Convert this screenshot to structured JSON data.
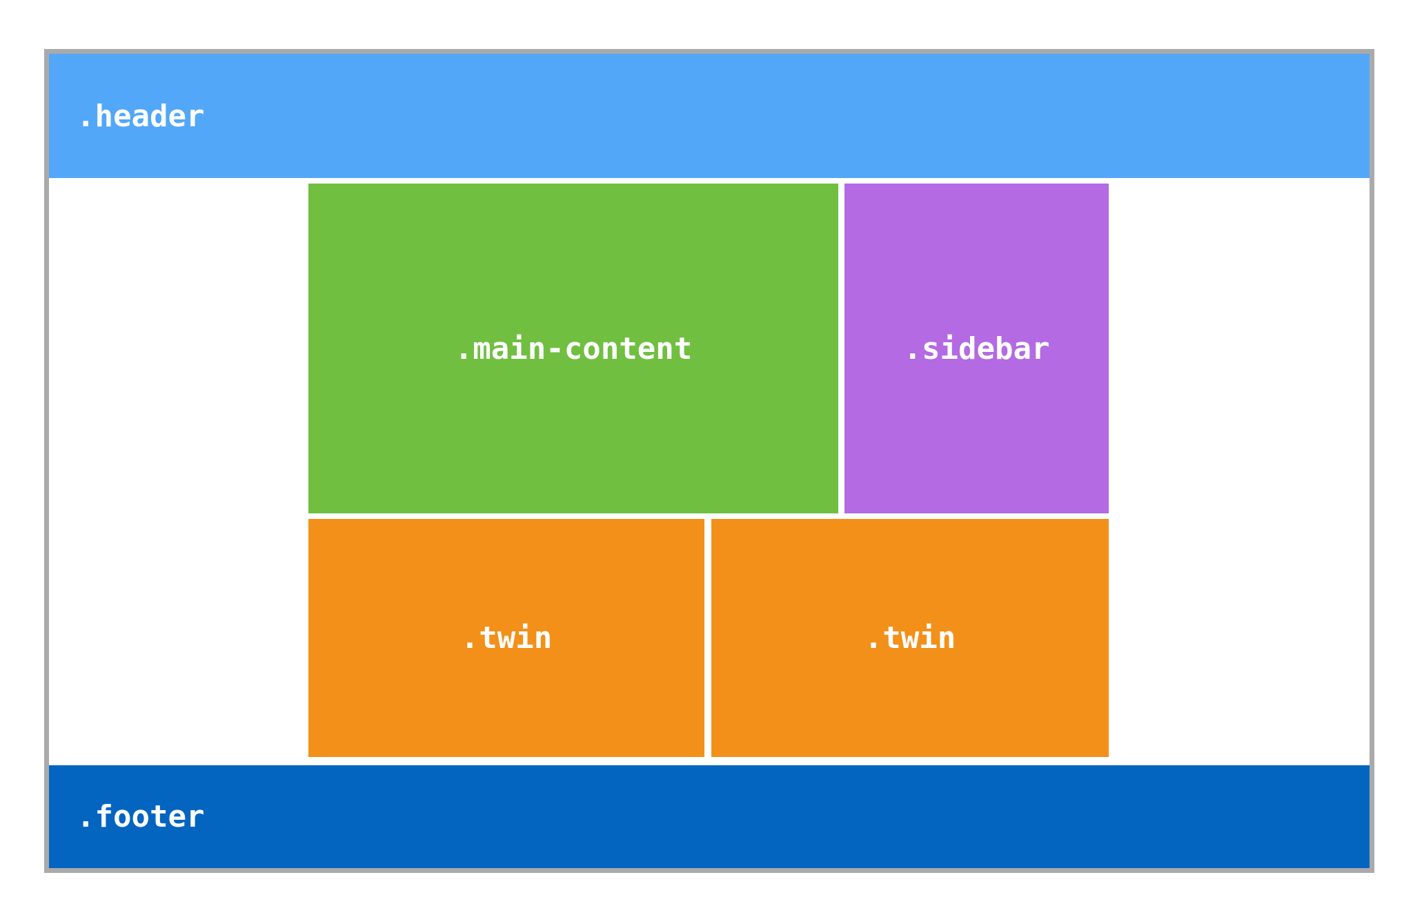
{
  "header": {
    "label": ".header",
    "color": "#52a7f9"
  },
  "main_content": {
    "label": ".main-content",
    "color": "#70bf41"
  },
  "sidebar": {
    "label": ".sidebar",
    "color": "#b36ae2"
  },
  "twins": [
    {
      "label": ".twin",
      "color": "#f39019"
    },
    {
      "label": ".twin",
      "color": "#f39019"
    }
  ],
  "footer": {
    "label": ".footer",
    "color": "#0365c0"
  },
  "frame": {
    "border_color": "#aaaaaa"
  }
}
